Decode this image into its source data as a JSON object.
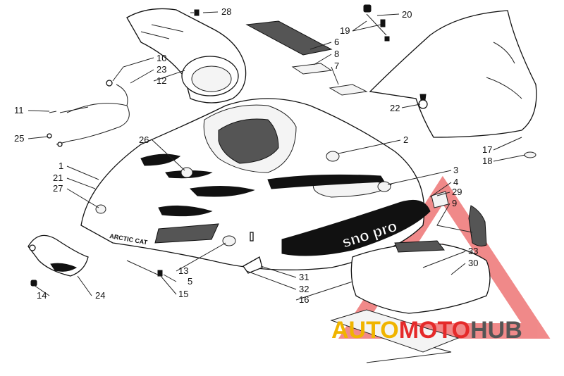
{
  "callouts": [
    {
      "id": "28",
      "label": "28"
    },
    {
      "id": "20",
      "label": "20"
    },
    {
      "id": "19",
      "label": "19"
    },
    {
      "id": "6",
      "label": "6"
    },
    {
      "id": "8",
      "label": "8"
    },
    {
      "id": "7",
      "label": "7"
    },
    {
      "id": "10",
      "label": "10"
    },
    {
      "id": "23",
      "label": "23"
    },
    {
      "id": "12",
      "label": "12"
    },
    {
      "id": "11",
      "label": "11"
    },
    {
      "id": "25",
      "label": "25"
    },
    {
      "id": "22",
      "label": "22"
    },
    {
      "id": "26",
      "label": "26"
    },
    {
      "id": "2",
      "label": "2"
    },
    {
      "id": "17",
      "label": "17"
    },
    {
      "id": "18",
      "label": "18"
    },
    {
      "id": "1",
      "label": "1"
    },
    {
      "id": "21",
      "label": "21"
    },
    {
      "id": "27",
      "label": "27"
    },
    {
      "id": "3",
      "label": "3"
    },
    {
      "id": "4",
      "label": "4"
    },
    {
      "id": "29",
      "label": "29"
    },
    {
      "id": "9",
      "label": "9"
    },
    {
      "id": "33",
      "label": "33"
    },
    {
      "id": "30",
      "label": "30"
    },
    {
      "id": "13",
      "label": "13"
    },
    {
      "id": "5",
      "label": "5"
    },
    {
      "id": "15",
      "label": "15"
    },
    {
      "id": "31",
      "label": "31"
    },
    {
      "id": "32",
      "label": "32"
    },
    {
      "id": "16",
      "label": "16"
    },
    {
      "id": "14",
      "label": "14"
    },
    {
      "id": "24",
      "label": "24"
    }
  ],
  "decals": {
    "brand": "ARCTIC CAT",
    "model": "sno pro"
  },
  "watermark": {
    "part1": "AUTO",
    "part2": "MOTO",
    "part3": "HUB",
    "color1": "#f0b400",
    "color2": "#e52a2a",
    "color3": "#555555"
  }
}
